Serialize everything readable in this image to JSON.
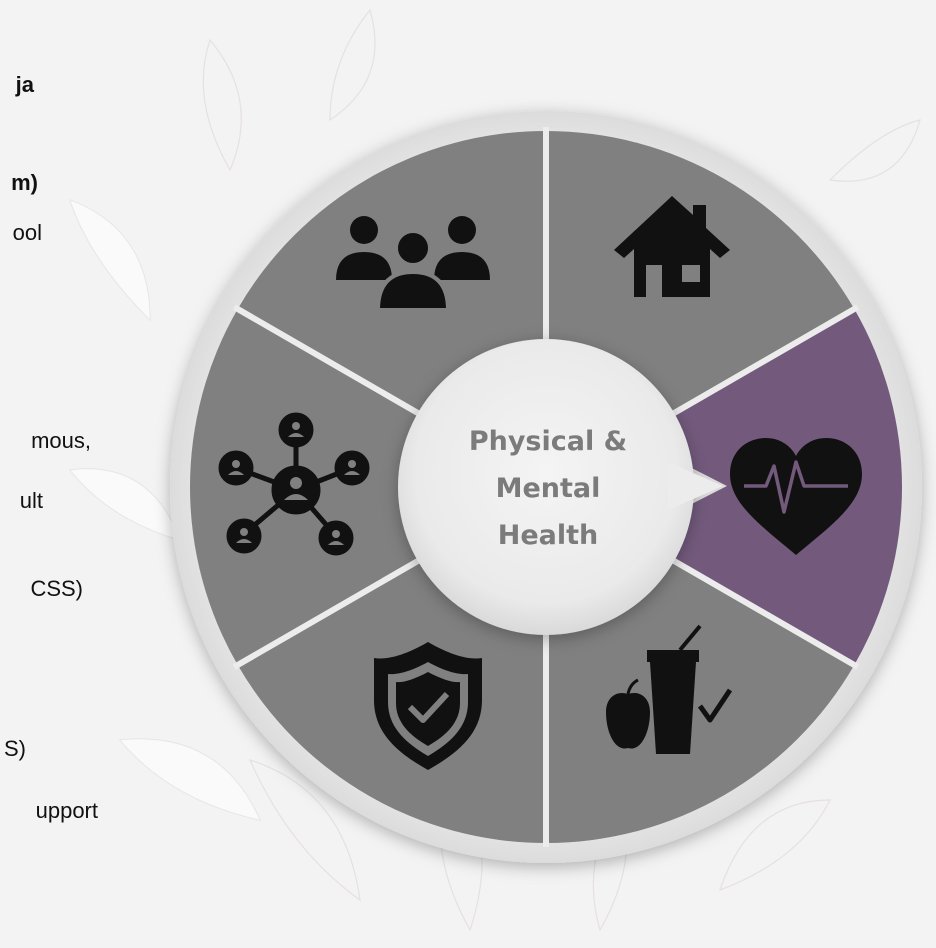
{
  "left_text_fragments": [
    {
      "text": "ja",
      "bold": true
    },
    {
      "text": "m)",
      "bold": true
    },
    {
      "text": "ool",
      "bold": false
    },
    {
      "text": "mous,",
      "bold": false
    },
    {
      "text": "ult",
      "bold": false
    },
    {
      "text": "CSS)",
      "bold": false
    },
    {
      "text": "S)",
      "bold": false
    },
    {
      "text": "upport",
      "bold": false
    }
  ],
  "wheel": {
    "center_lines": [
      "Physical &",
      "Mental",
      "Health"
    ],
    "segments": [
      {
        "icon": "house-icon",
        "highlighted": false
      },
      {
        "icon": "heart-pulse-icon",
        "highlighted": true
      },
      {
        "icon": "healthy-food-drink-icon",
        "highlighted": false
      },
      {
        "icon": "shield-check-icon",
        "highlighted": false
      },
      {
        "icon": "network-people-icon",
        "highlighted": false
      },
      {
        "icon": "group-people-icon",
        "highlighted": false
      }
    ]
  },
  "colors": {
    "segment": "#808080",
    "highlight": "#735a7d",
    "divider": "#ececec",
    "hub": "#ededed",
    "hub_text": "#7b7b7b",
    "icon": "#111111"
  }
}
